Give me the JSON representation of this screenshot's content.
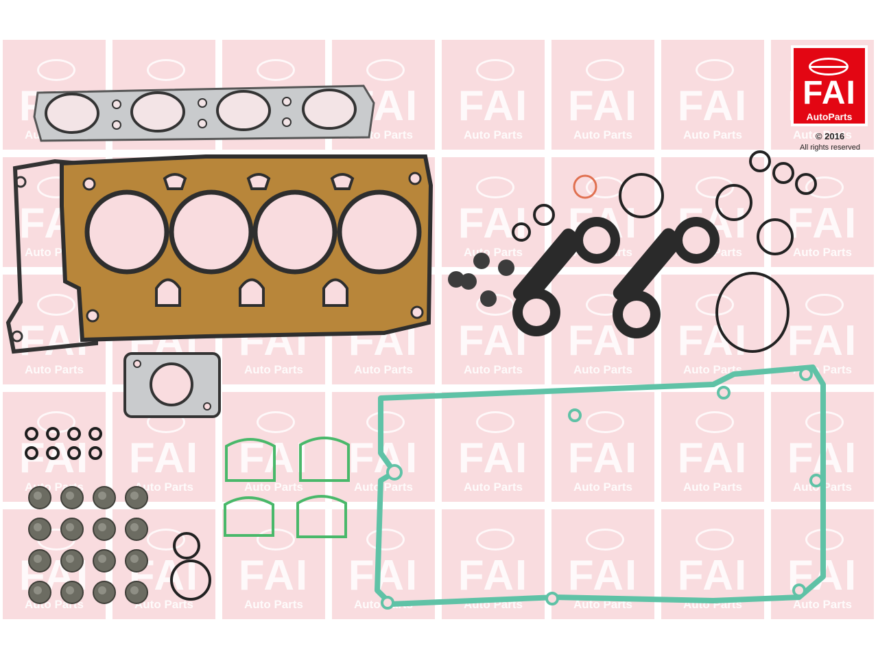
{
  "watermark": {
    "word": "FAI",
    "subtitle": "Auto Parts"
  },
  "logo": {
    "word": "FAI",
    "subtitle": "AutoParts"
  },
  "copyright": {
    "line1": "© 2016",
    "line2": "All rights reserved"
  },
  "colors": {
    "tile": "#f9dcdf",
    "brand_red": "#e30613",
    "gasket_bronze": "#b8863a",
    "gasket_teal": "#5fc2a6",
    "gasket_green": "#49b86a",
    "rubber_dark": "#2a2a2a",
    "valve_seal": "#6c6c62"
  }
}
